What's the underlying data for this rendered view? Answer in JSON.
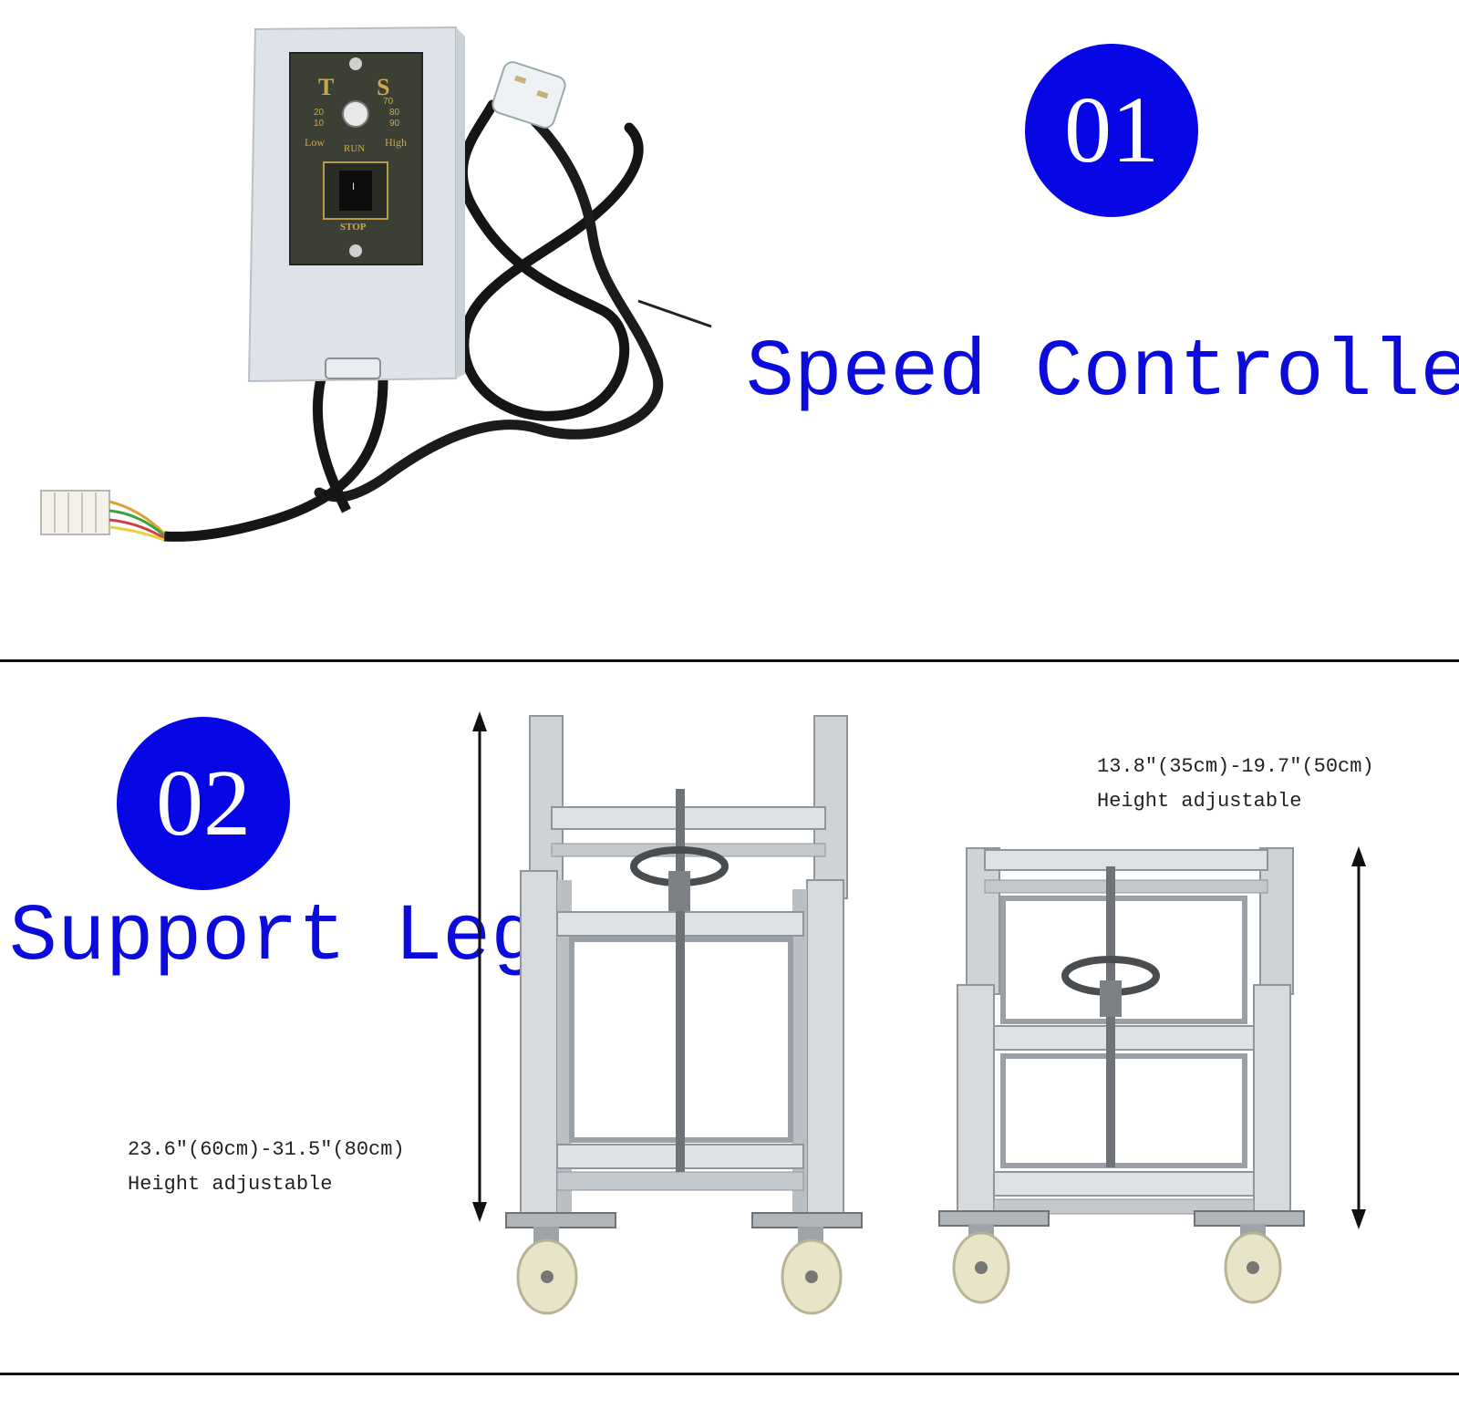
{
  "section1": {
    "number": "01",
    "title": "Speed Controller",
    "panel": {
      "left_mark": "T",
      "right_mark": "S",
      "dial_left_top": "20",
      "dial_left_bottom": "10",
      "dial_right_top": "70",
      "dial_right_mid": "80",
      "dial_right_bottom": "90",
      "low_label": "Low",
      "run_label": "RUN",
      "high_label": "High",
      "switch_symbol": "I",
      "stop_label": "STOP"
    }
  },
  "section2": {
    "number": "02",
    "title": "Support Leg",
    "large_caption": {
      "line1": "23.6″(60cm)-31.5″(80cm)",
      "line2": "Height adjustable"
    },
    "small_caption": {
      "line1": "13.8″(35cm)-19.7″(50cm)",
      "line2": "Height adjustable"
    }
  },
  "colors": {
    "badge": "#0707e6",
    "heading": "#0b0bdc",
    "divider": "#111111"
  }
}
